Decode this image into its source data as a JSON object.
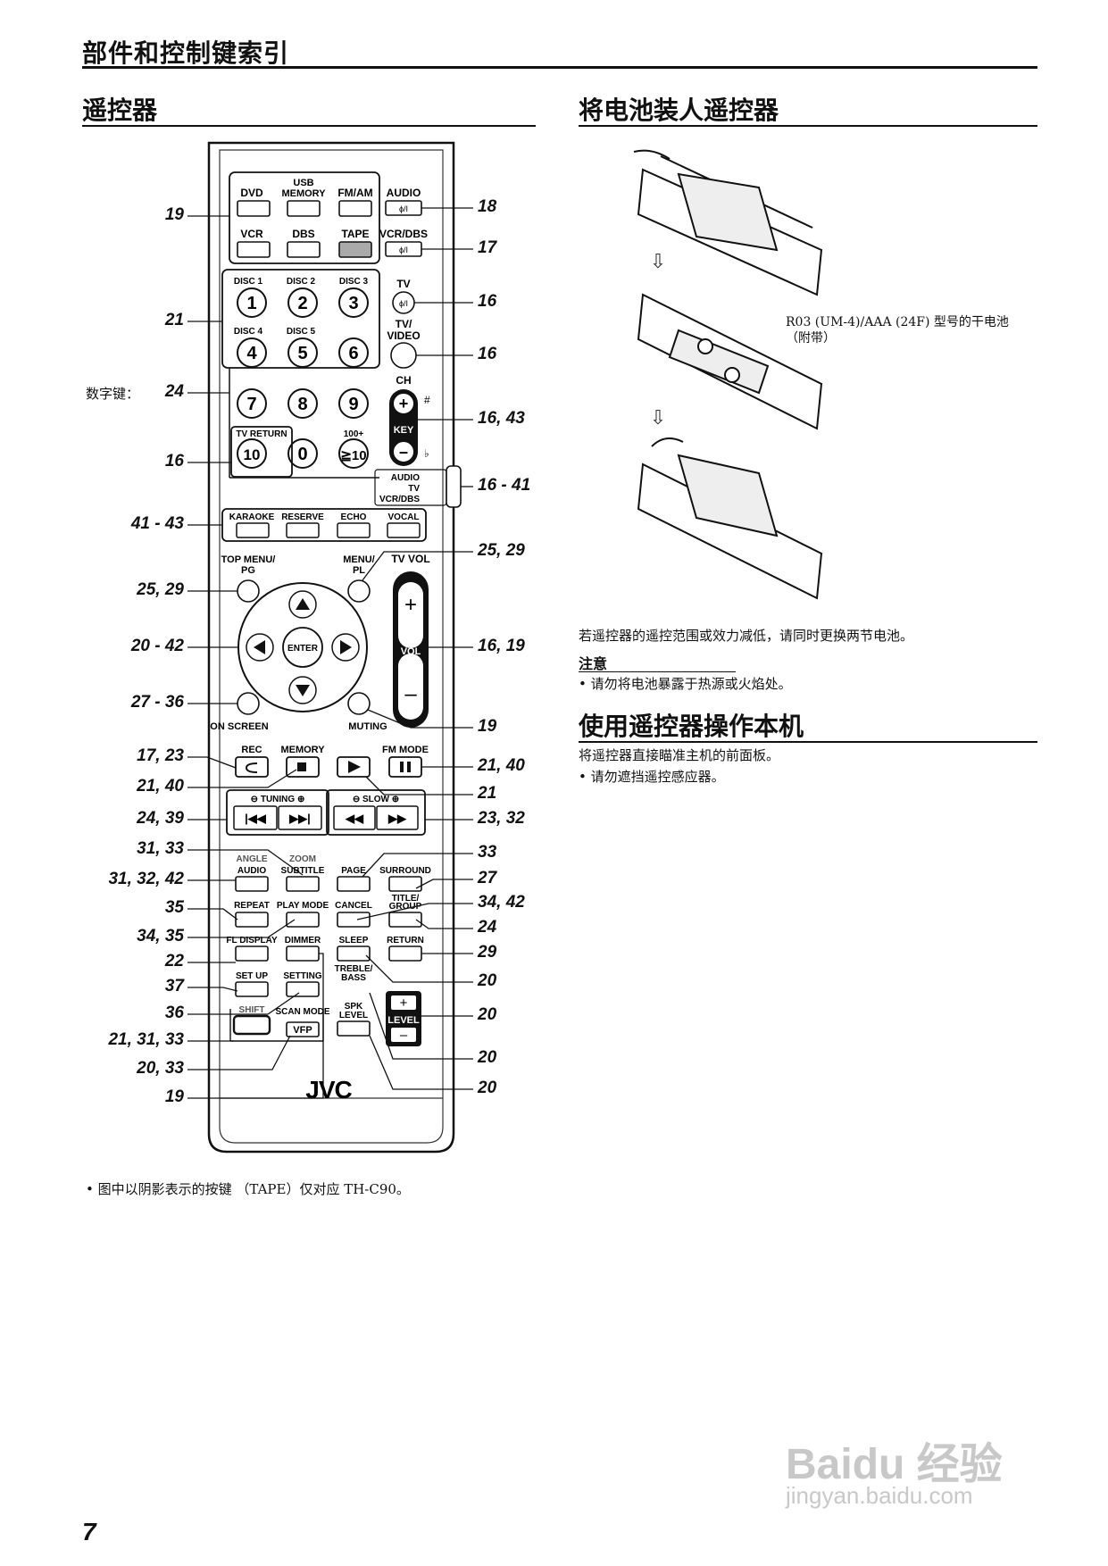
{
  "header": {
    "title": "部件和控制键索引"
  },
  "left_section": {
    "title": "遥控器",
    "footnote": "•  图中以阴影表示的按键 （TAPE）仅对应 TH-C90。"
  },
  "remote": {
    "brand": "JVC",
    "source_labels": [
      "DVD",
      "USB MEMORY",
      "FM/AM",
      "VCR",
      "DBS",
      "TAPE"
    ],
    "power_labels": [
      "AUDIO",
      "VCR/DBS",
      "TV",
      "TV/ VIDEO"
    ],
    "disc_labels": [
      "DISC 1",
      "DISC 2",
      "DISC 3",
      "DISC 4",
      "DISC 5"
    ],
    "number_keys": [
      "1",
      "2",
      "3",
      "4",
      "5",
      "6",
      "7",
      "8",
      "9",
      "10",
      "0",
      "≧10"
    ],
    "number_extra_labels": [
      "TV RETURN",
      "100+"
    ],
    "ch_labels": [
      "CH",
      "KEY"
    ],
    "mode_switch_labels": [
      "AUDIO",
      "TV",
      "VCR/DBS"
    ],
    "row_karaoke": [
      "KARAOKE",
      "RESERVE",
      "ECHO",
      "VOCAL"
    ],
    "menu_labels": [
      "TOP MENU/ PG",
      "MENU/ PL",
      "TV VOL",
      "ENTER",
      "VOL",
      "ON SCREEN",
      "MUTING"
    ],
    "transport_labels": [
      "REC",
      "MEMORY",
      "FM MODE"
    ],
    "tuning_labels": [
      "TUNING",
      "SLOW"
    ],
    "lower_labels": [
      "ANGLE",
      "ZOOM",
      "AUDIO",
      "SUBTITLE",
      "PAGE",
      "SURROUND",
      "REPEAT",
      "PLAY MODE",
      "CANCEL",
      "TITLE/ GROUP",
      "FL DISPLAY",
      "DIMMER",
      "SLEEP",
      "RETURN",
      "TREBLE/ BASS",
      "SET UP",
      "SETTING",
      "LEVEL",
      "SHIFT",
      "SCAN MODE",
      "VFP",
      "SPK LEVEL"
    ]
  },
  "callouts_left": [
    {
      "label": "19"
    },
    {
      "label": "21"
    },
    {
      "label": "24",
      "prefix": "数字键："
    },
    {
      "label": "16"
    },
    {
      "label": "41 - 43"
    },
    {
      "label": "25, 29"
    },
    {
      "label": "20 - 42"
    },
    {
      "label": "27 - 36"
    },
    {
      "label": "17, 23"
    },
    {
      "label": "21, 40"
    },
    {
      "label": "24, 39"
    },
    {
      "label": "31, 33"
    },
    {
      "label": "31, 32, 42"
    },
    {
      "label": "35"
    },
    {
      "label": "34, 35"
    },
    {
      "label": "22"
    },
    {
      "label": "37"
    },
    {
      "label": "36"
    },
    {
      "label": "21, 31, 33"
    },
    {
      "label": "20, 33"
    },
    {
      "label": "19"
    }
  ],
  "callouts_right": [
    {
      "label": "18"
    },
    {
      "label": "17"
    },
    {
      "label": "16"
    },
    {
      "label": "16"
    },
    {
      "label": "16, 43"
    },
    {
      "label": "16 - 41"
    },
    {
      "label": "25, 29"
    },
    {
      "label": "16, 19"
    },
    {
      "label": "19"
    },
    {
      "label": "21, 40"
    },
    {
      "label": "21"
    },
    {
      "label": "23, 32"
    },
    {
      "label": "33"
    },
    {
      "label": "27"
    },
    {
      "label": "34, 42"
    },
    {
      "label": "24"
    },
    {
      "label": "29"
    },
    {
      "label": "20"
    },
    {
      "label": "20"
    },
    {
      "label": "20"
    },
    {
      "label": "20"
    }
  ],
  "right_section": {
    "battery_title": "将电池装人遥控器",
    "battery_label": "R03 (UM-4)/AAA (24F) 型号的干电池 （附带）",
    "battery_text": "若遥控器的遥控范围或效力减低，请同时更换两节电池。",
    "caution_title": "注意",
    "caution_text": "•  请勿将电池暴露于热源或火焰处。",
    "operate_title": "使用遥控器操作本机",
    "operate_text_1": "将遥控器直接瞄准主机的前面板。",
    "operate_text_2": "•  请勿遮挡遥控感应器。"
  },
  "page_number": "7",
  "watermark": {
    "brand": "Baidu 经验",
    "url": "jingyan.baidu.com"
  }
}
